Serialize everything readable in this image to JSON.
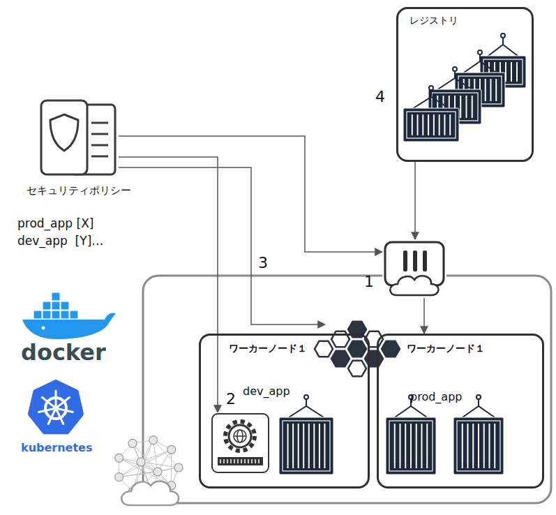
{
  "diagram": {
    "nodes": [
      {
        "text": [
          "セキュリティポリシー"
        ]
      },
      {
        "text": [
          "レジストリ"
        ]
      },
      {
        "text": [
          "1"
        ]
      },
      {
        "text": [
          "ワーカーノード１",
          "dev_app"
        ]
      },
      {
        "text": [
          "2"
        ],
        "in": 3
      },
      {
        "text": [
          "ワーカーノード１",
          "prod_app"
        ]
      }
    ],
    "edges": [
      {
        "from": 0,
        "to": 2,
        "arrow": "to"
      },
      {
        "from": 1,
        "to": 2,
        "arrow": "to"
      },
      {
        "from": 2,
        "to": 5,
        "arrow": "to"
      },
      {
        "from": 0,
        "to": 4,
        "arrow": "to"
      }
    ],
    "labels": [
      "prod_app [X]",
      "dev_app  [Y]…",
      "4",
      "3",
      "docker",
      "kubernetes"
    ]
  }
}
